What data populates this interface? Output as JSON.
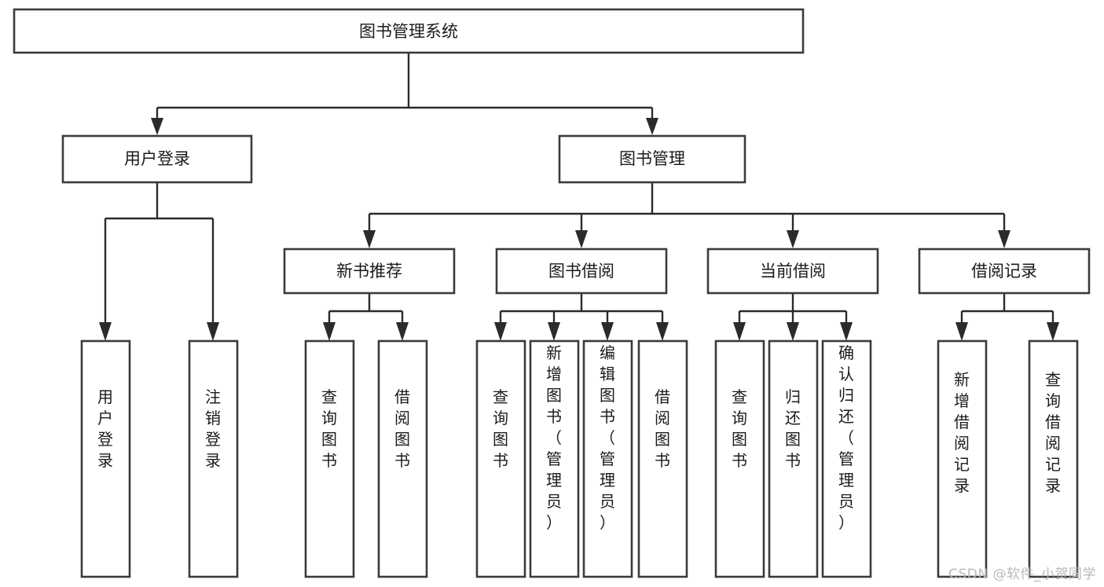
{
  "diagram": {
    "type": "tree-hierarchy-chart",
    "title": "图书管理系统",
    "root": {
      "label": "图书管理系统",
      "level": 0
    },
    "level1": [
      {
        "label": "用户登录"
      },
      {
        "label": "图书管理"
      }
    ],
    "level2": [
      {
        "label": "新书推荐",
        "parent": "图书管理"
      },
      {
        "label": "图书借阅",
        "parent": "图书管理"
      },
      {
        "label": "当前借阅",
        "parent": "图书管理"
      },
      {
        "label": "借阅记录",
        "parent": "图书管理"
      }
    ],
    "leaves": {
      "user_login": [
        {
          "label": "用户登录"
        },
        {
          "label": "注销登录"
        }
      ],
      "new_book_recommend": [
        {
          "label": "查询图书"
        },
        {
          "label": "借阅图书"
        }
      ],
      "book_borrow": [
        {
          "label": "查询图书"
        },
        {
          "label": "新增图书（管理员）"
        },
        {
          "label": "编辑图书（管理员）"
        },
        {
          "label": "借阅图书"
        }
      ],
      "current_borrow": [
        {
          "label": "查询图书"
        },
        {
          "label": "归还图书"
        },
        {
          "label": "确认归还（管理员）"
        }
      ],
      "borrow_record": [
        {
          "label": "新增借阅记录"
        },
        {
          "label": "查询借阅记录"
        }
      ]
    }
  },
  "watermark": {
    "text": "CSDN @软件_小贺同学"
  },
  "colors": {
    "box_stroke": "#3b3b3b",
    "connector": "#2b2b2b",
    "text": "#1b1b1b",
    "background": "#ffffff",
    "watermark": "#b9b9b9"
  }
}
